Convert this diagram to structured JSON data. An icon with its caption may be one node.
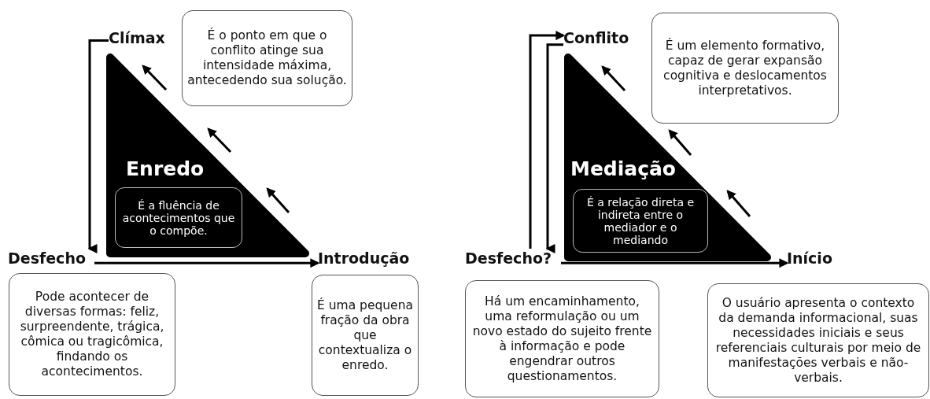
{
  "diagram": {
    "nodes": [
      {
        "text": [
          "Enredo"
        ]
      },
      {
        "text": [
          "É a fluência de acontecimentos que o compõe."
        ],
        "in": 0
      },
      {
        "text": [
          "Clímax"
        ]
      },
      {
        "text": [
          "É o ponto em que o conflito atinge sua intensidade máxima, antecedendo sua solução."
        ]
      },
      {
        "text": [
          "Desfecho"
        ]
      },
      {
        "text": [
          "Pode acontecer de diversas formas: feliz, surpreendente, trágica, cômica ou tragicômica, findando os acontecimentos."
        ]
      },
      {
        "text": [
          "Introdução"
        ]
      },
      {
        "text": [
          "É uma pequena fração da obra que contextualiza o enredo."
        ]
      },
      {
        "text": [
          "Mediação"
        ]
      },
      {
        "text": [
          "É a relação direta e indireta entre o mediador e o mediando"
        ],
        "in": 8
      },
      {
        "text": [
          "Conflito"
        ]
      },
      {
        "text": [
          "É um elemento formativo, capaz de gerar expansão cognitiva e deslocamentos interpretativos."
        ]
      },
      {
        "text": [
          "Desfecho?"
        ]
      },
      {
        "text": [
          "Há um encaminhamento, uma reformulação ou um novo estado do sujeito frente à informação e pode engendrar outros questionamentos."
        ]
      },
      {
        "text": [
          "Início"
        ]
      },
      {
        "text": [
          "O usuário apresenta o contexto da demanda informacional, suas necessidades iniciais e seus referenciais culturais por meio de manifestações verbais e não-verbais."
        ]
      }
    ],
    "edges": [
      {
        "from": 2,
        "to": 4,
        "arrow": "to"
      },
      {
        "from": 4,
        "to": 6,
        "arrow": "to"
      },
      {
        "from": 12,
        "to": 10,
        "arrow": "to"
      },
      {
        "from": 10,
        "to": 12,
        "arrow": "to"
      },
      {
        "from": 12,
        "to": 14,
        "arrow": "to"
      }
    ]
  }
}
